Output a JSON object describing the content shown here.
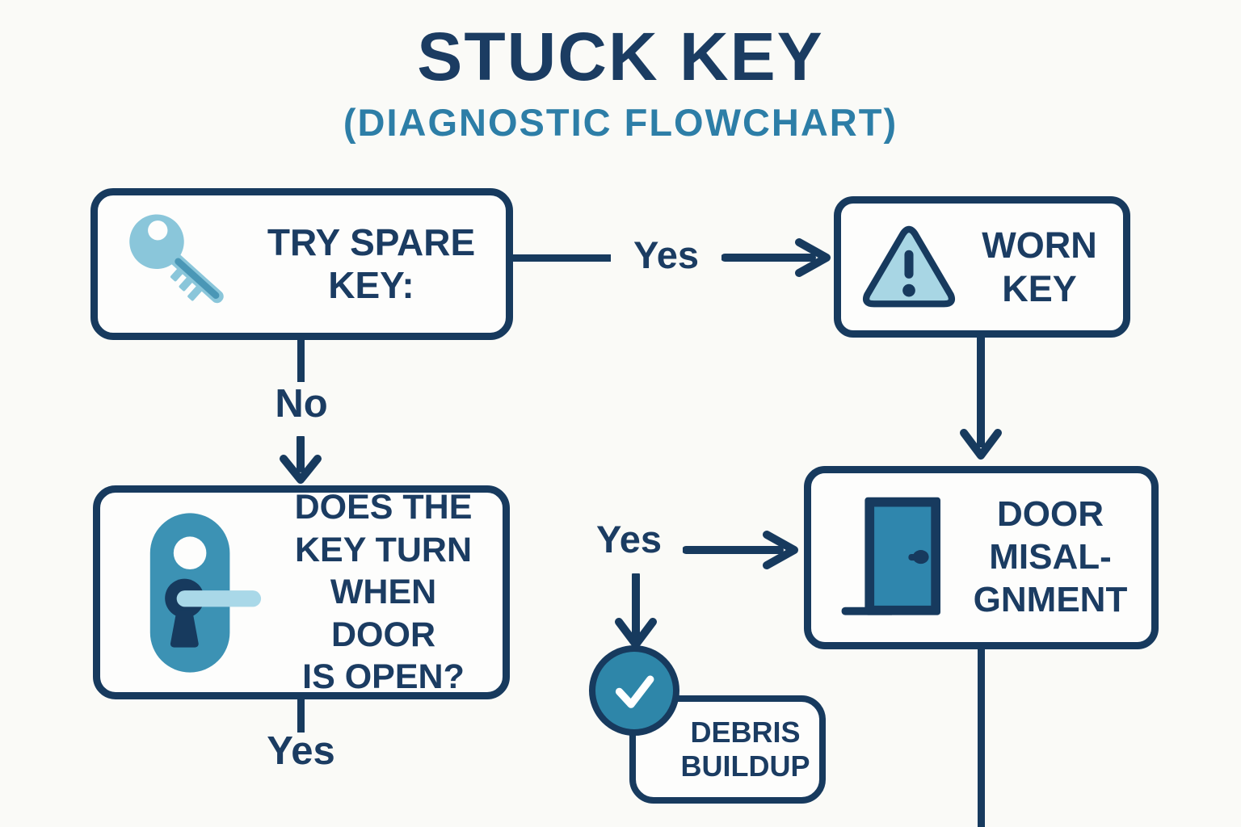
{
  "header": {
    "title": "STUCK KEY",
    "subtitle": "(DIAGNOSTIC FLOWCHART)"
  },
  "nodes": {
    "try_spare_key": {
      "icon": "key-icon",
      "lines": [
        "TRY SPARE",
        "KEY:"
      ]
    },
    "worn_key": {
      "icon": "warning-triangle-icon",
      "lines": [
        "WORN",
        "KEY"
      ]
    },
    "key_turn_question": {
      "icon": "door-lock-icon",
      "lines": [
        "DOES THE",
        "KEY TURN",
        "WHEN DOOR",
        "IS OPEN?"
      ]
    },
    "door_misalignment": {
      "icon": "door-icon",
      "lines": [
        "DOOR",
        "MISAL-",
        "GNMENT"
      ]
    },
    "debris_buildup": {
      "icon": "check-circle-icon",
      "lines": [
        "DEBRIS",
        "BUILDUP"
      ]
    }
  },
  "edges": {
    "spare_to_worn_label": "Yes",
    "spare_to_question_label": "No",
    "question_down_label": "Yes",
    "middle_branch_label": "Yes"
  },
  "colors": {
    "navy": "#173a5e",
    "teal": "#2e86a9",
    "light_blue": "#8ac6da",
    "pale_blue": "#a8d6e4",
    "subtitle_teal": "#2d7ea7",
    "background": "#fafaf7"
  }
}
